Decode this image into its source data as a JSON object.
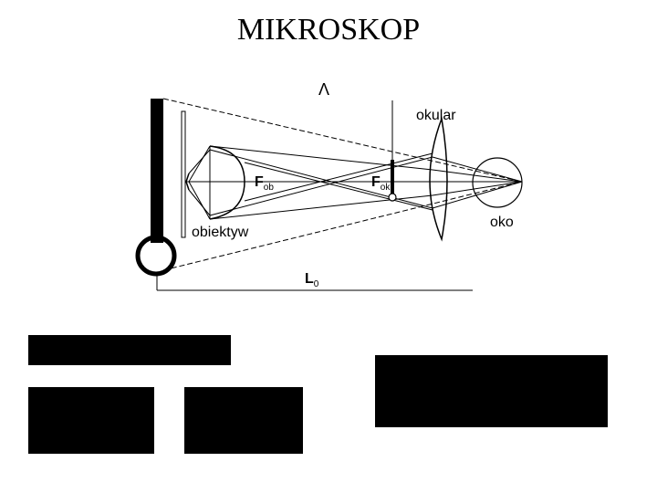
{
  "title": "MIKROSKOP",
  "diagram": {
    "lambda": "Λ",
    "okular": "okular",
    "oko": "oko",
    "obiektyw": "obiektyw",
    "f_ob": {
      "main": "F",
      "sub": "ob"
    },
    "f_ok": {
      "main": "F",
      "sub": "ok"
    },
    "l0": {
      "main": "L",
      "sub": "0"
    }
  }
}
